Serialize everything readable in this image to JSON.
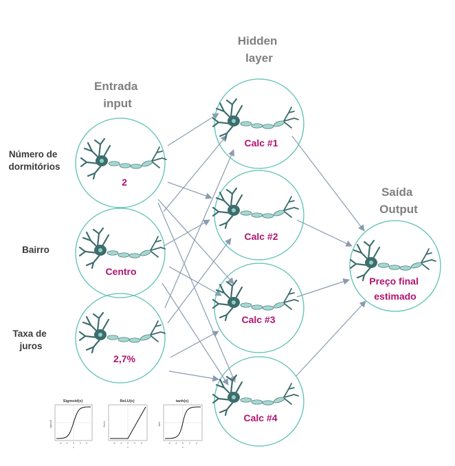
{
  "titles": {
    "input": [
      "Entrada",
      "input"
    ],
    "hidden": [
      "Hidden",
      "layer"
    ],
    "output": [
      "Saída",
      "Output"
    ]
  },
  "features": [
    {
      "label": [
        "Número de",
        "dormitórios"
      ],
      "value": "2"
    },
    {
      "label": [
        "Bairro"
      ],
      "value": "Centro"
    },
    {
      "label": [
        "Taxa de",
        "juros"
      ],
      "value": "2,7%"
    }
  ],
  "hidden_nodes": [
    "Calc #1",
    "Calc #2",
    "Calc #3",
    "Calc #4"
  ],
  "output_node": [
    "Preço final",
    "estimado"
  ],
  "activation_thumbnails": [
    {
      "title": "Sigmoid(x)",
      "ylabel": "sigmoid",
      "xlabel": "x",
      "xticks": [
        "-4",
        "-2",
        "0",
        "2",
        "4"
      ]
    },
    {
      "title": "ReLU(x)",
      "ylabel": "ReLU",
      "xlabel": "x",
      "xticks": [
        "-4",
        "-2",
        "0",
        "2",
        "4"
      ]
    },
    {
      "title": "tanh(x)",
      "ylabel": "tanh",
      "xlabel": "x",
      "xticks": [
        "-4",
        "-2",
        "0",
        "2",
        "4"
      ]
    }
  ],
  "colors": {
    "title_gray": "#7f7f7f",
    "node_text": "#b0136e",
    "circle": "#5cc0b2",
    "arrow": "#8a9bb0",
    "neuron_body": "#3d6d6c",
    "axon": "#a6d8d3"
  }
}
